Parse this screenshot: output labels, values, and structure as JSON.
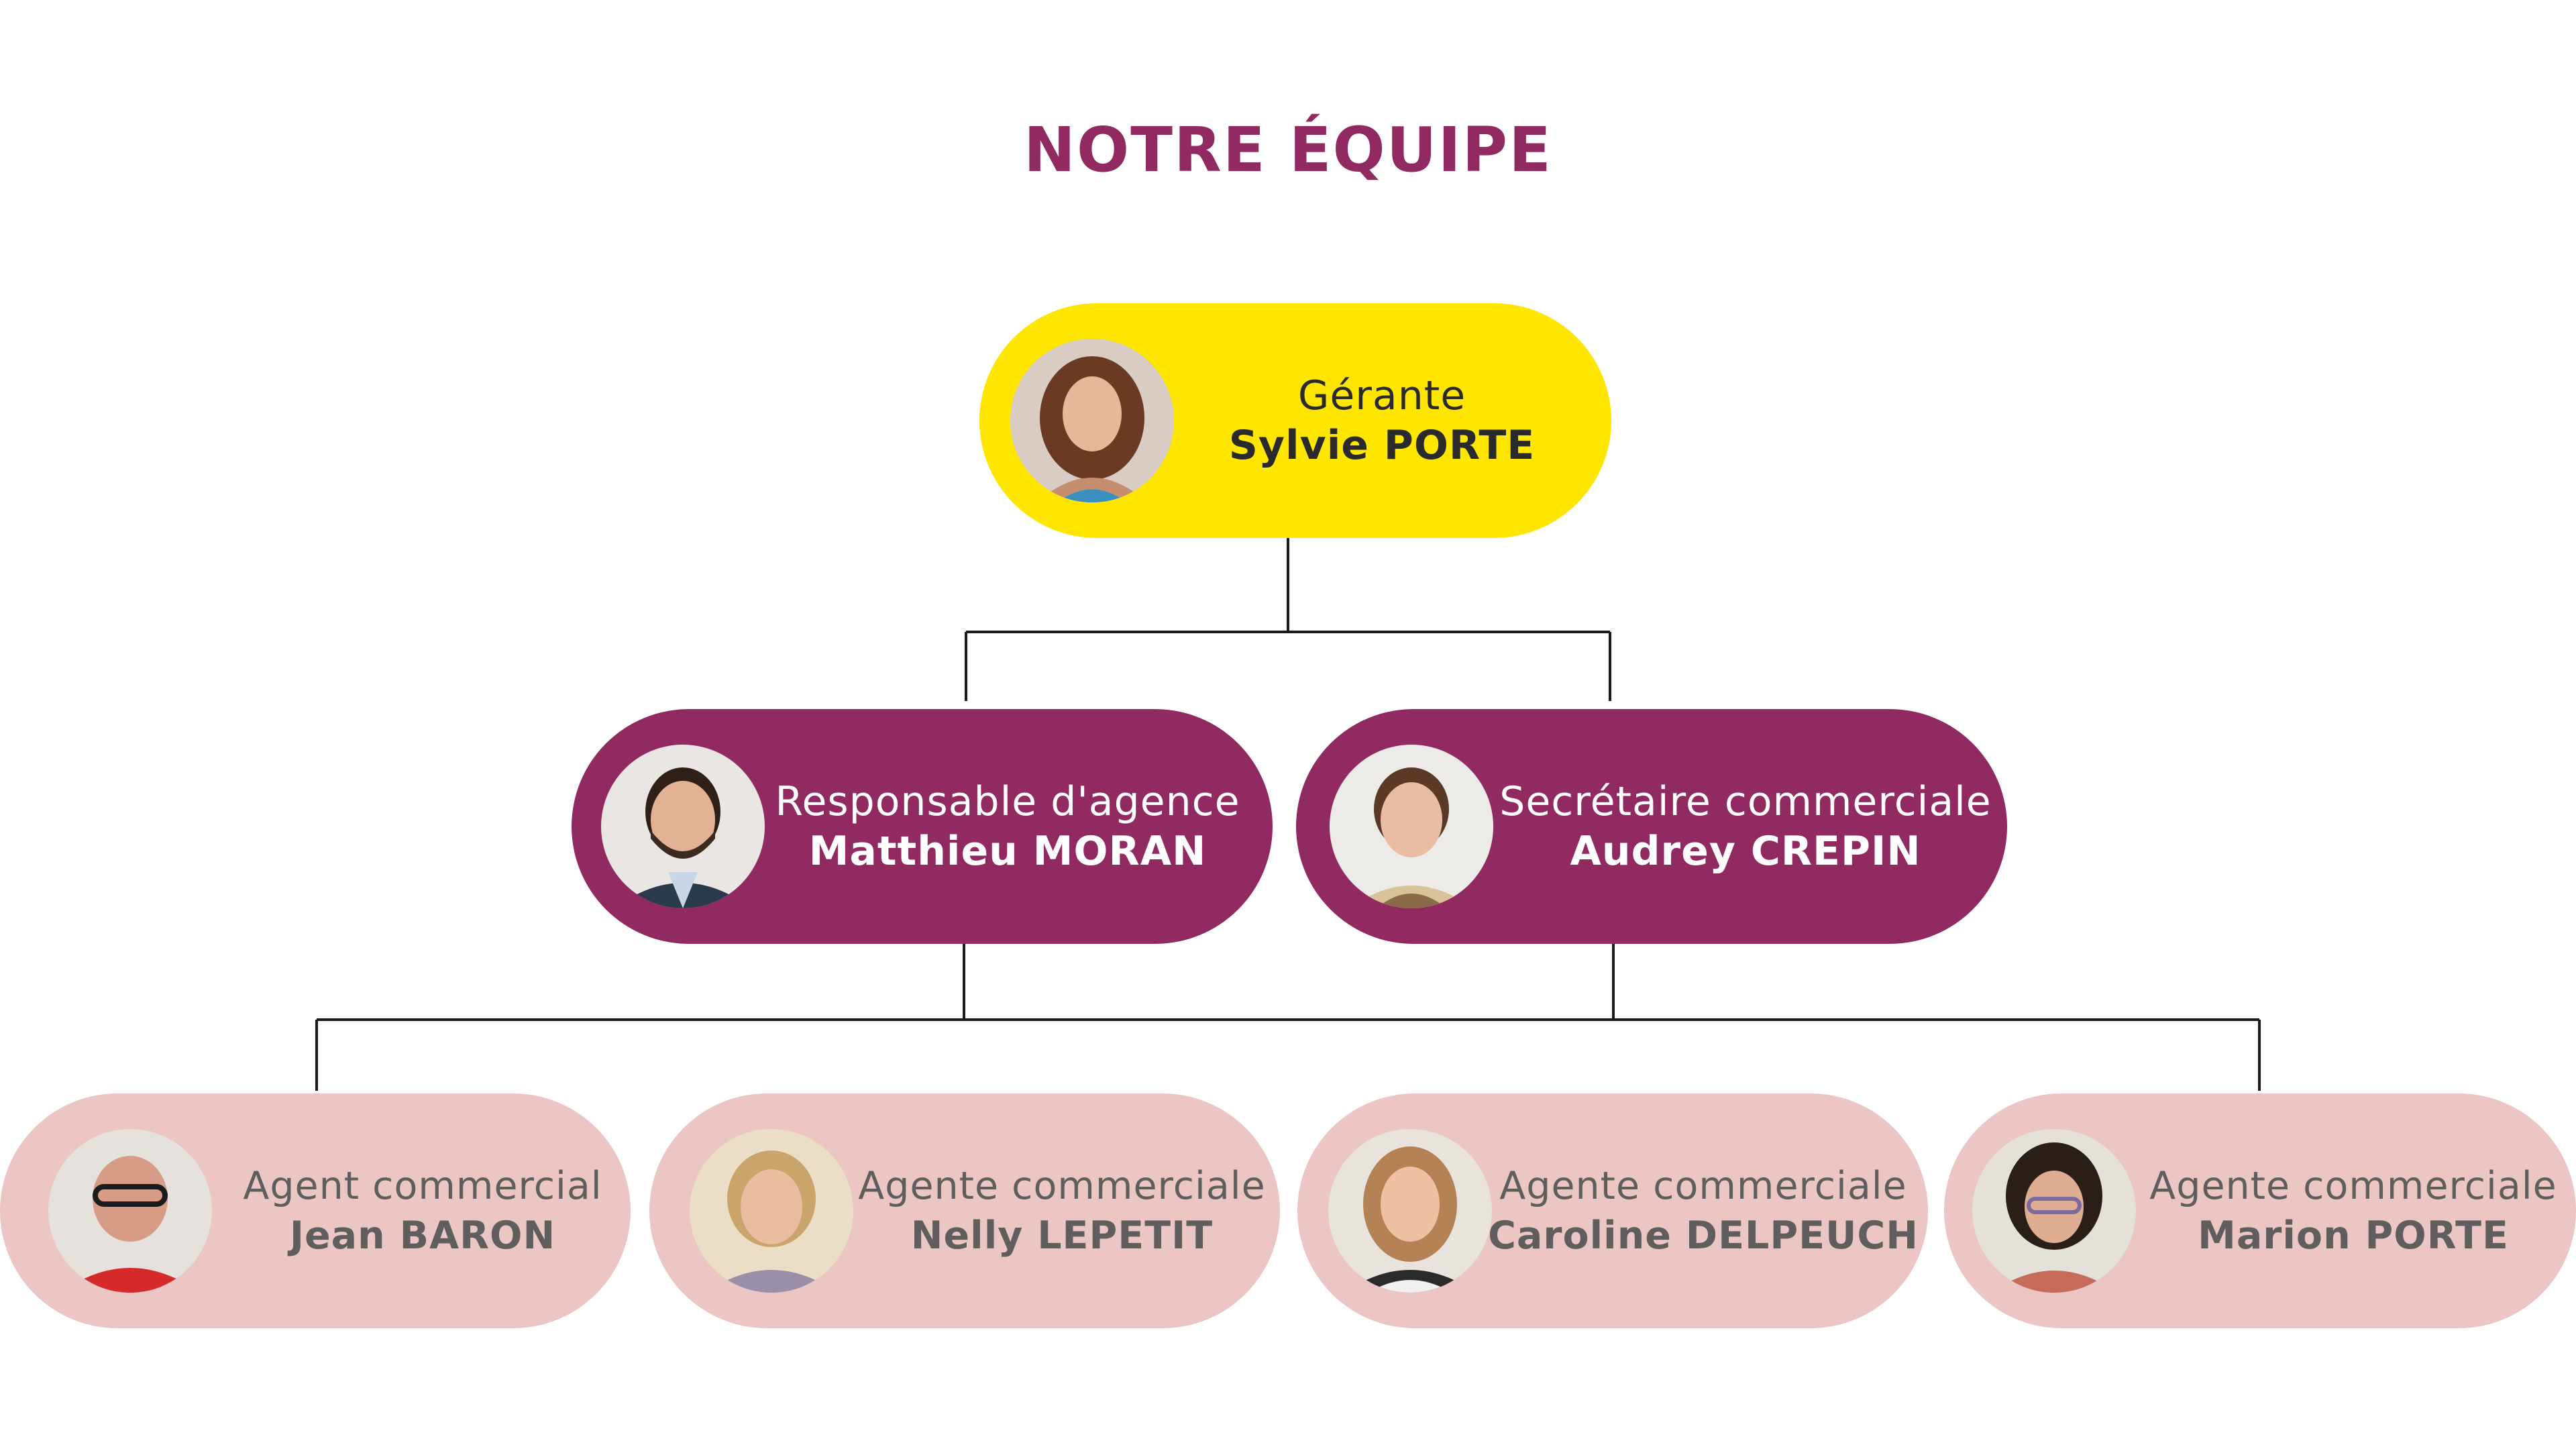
{
  "title": "NOTRE ÉQUIPE",
  "colors": {
    "title": "#922a62",
    "gerante_pill": "#ffe600",
    "management_pill": "#922a62",
    "agent_pill": "#ecc6c4",
    "connector": "#1a1a1a"
  },
  "gerante": {
    "role": "Gérante",
    "name": "Sylvie PORTE"
  },
  "management": [
    {
      "role": "Responsable d'agence",
      "name": "Matthieu MORAN"
    },
    {
      "role": "Secrétaire commerciale",
      "name": "Audrey CREPIN"
    }
  ],
  "agents": [
    {
      "role": "Agent commercial",
      "name": "Jean BARON"
    },
    {
      "role": "Agente commerciale",
      "name": "Nelly LEPETIT"
    },
    {
      "role": "Agente commerciale",
      "name": "Caroline DELPEUCH"
    },
    {
      "role": "Agente commerciale",
      "name": "Marion PORTE"
    }
  ]
}
